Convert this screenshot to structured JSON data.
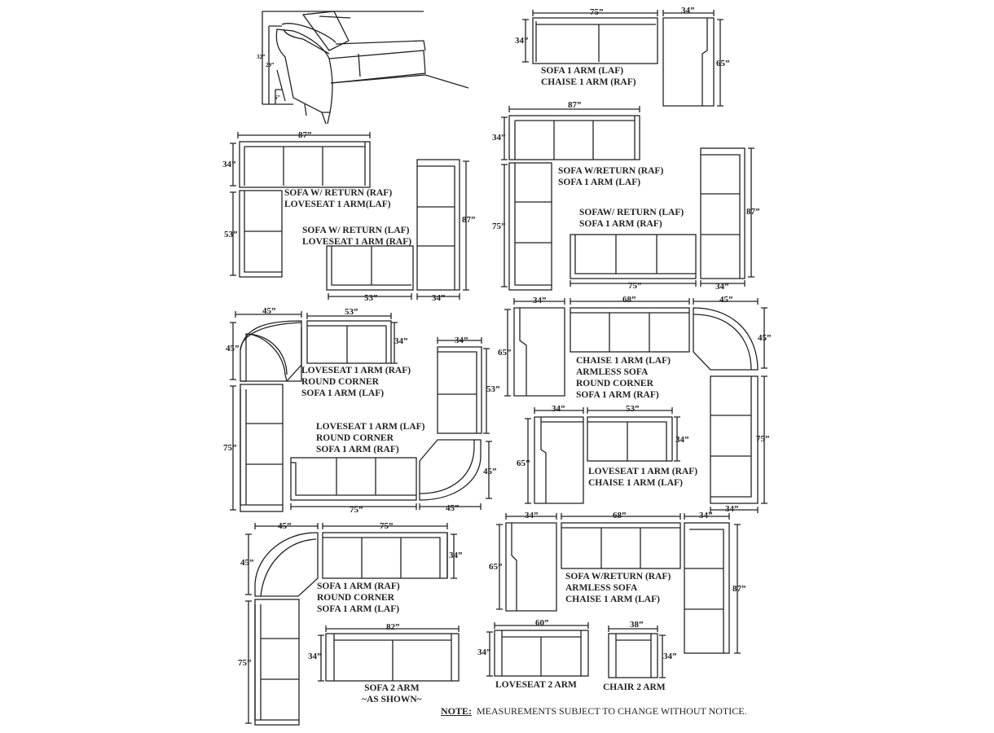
{
  "configurations": {
    "sofa_raf_chaise": [
      "SOFA 1 ARM (LAF)",
      "CHAISE 1 ARM (RAF)"
    ],
    "sofa_return_raf_loveseat": [
      "SOFA W/ RETURN (RAF)",
      "LOVESEAT 1 ARM(LAF)"
    ],
    "sofa_return_laf_loveseat": [
      "SOFA  W/ RETURN (LAF)",
      "LOVESEAT 1 ARM (RAF)"
    ],
    "sofa_return_raf_sofa": [
      "SOFA W/RETURN (RAF)",
      "SOFA 1 ARM (LAF)"
    ],
    "sofa_return_laf_sofa": [
      "SOFAW/ RETURN (LAF)",
      "SOFA 1 ARM (RAF)"
    ],
    "loveseat_round_corner_sofa_laf": [
      "LOVESEAT 1 ARM (RAF)",
      "ROUND CORNER",
      "SOFA 1 ARM (LAF)"
    ],
    "loveseat_round_corner_sofa_raf": [
      "LOVESEAT 1 ARM (LAF)",
      "ROUND CORNER",
      "SOFA 1 ARM (RAF)"
    ],
    "chaise_armless_corner_sofa": [
      "CHAISE 1 ARM (LAF)",
      "ARMLESS SOFA",
      "ROUND CORNER",
      "SOFA 1 ARM (RAF)"
    ],
    "loveseat_chaise": [
      "LOVESEAT 1 ARM (RAF)",
      "CHAISE 1 ARM (LAF)"
    ],
    "sofa_round_corner_sofa": [
      "SOFA 1 ARM (RAF)",
      "ROUND CORNER",
      "SOFA 1 ARM (LAF)"
    ],
    "sofa_return_armless_chaise": [
      "SOFA W/RETURN (RAF)",
      "ARMLESS SOFA",
      "CHAISE 1 ARM (LAF)"
    ],
    "sofa_2_arm": [
      "SOFA 2 ARM",
      "~AS SHOWN~"
    ],
    "loveseat_2_arm": [
      "LOVESEAT  2 ARM"
    ],
    "chair_2_arm": [
      "CHAIR 2 ARM"
    ]
  },
  "note": {
    "label": "NOTE:",
    "text": "MEASUREMENTS SUBJECT TO CHANGE WITHOUT NOTICE."
  },
  "dimension_labels": [
    "32”",
    "29”",
    "6”",
    "75”",
    "34”",
    "34”",
    "65”",
    "87”",
    "34”",
    "75”",
    "87”",
    "34”",
    "53”",
    "87”",
    "53”",
    "34”",
    "87”",
    "75”",
    "34”",
    "45”",
    "53”",
    "45”",
    "34”",
    "75”",
    "34”",
    "53”",
    "45”",
    "75”",
    "45”",
    "34”",
    "68”",
    "45”",
    "65”",
    "45”",
    "75”",
    "34”",
    "34”",
    "53”",
    "65”",
    "34”",
    "45”",
    "75”",
    "45”",
    "34”",
    "75”",
    "34”",
    "68”",
    "34”",
    "65”",
    "87”",
    "82”",
    "34”",
    "60”",
    "34”",
    "38”",
    "34”"
  ]
}
